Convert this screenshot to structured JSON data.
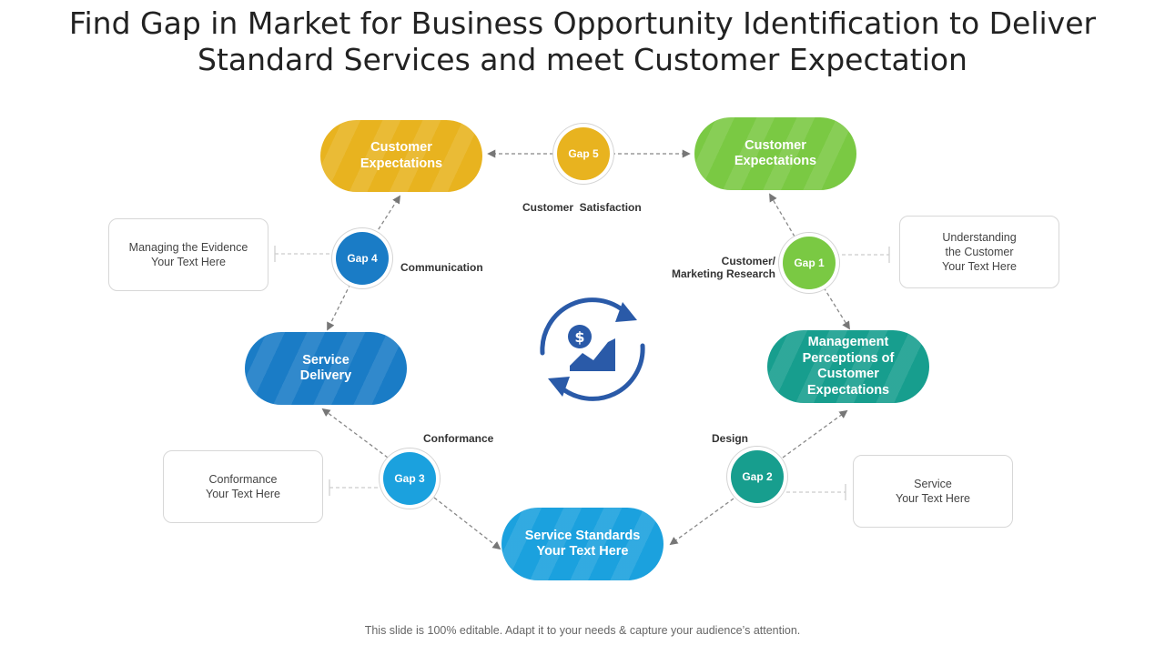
{
  "title": {
    "line1": "Find Gap in Market for Business Opportunity Identification to Deliver",
    "line2": "Standard Services and meet Customer Expectation"
  },
  "colors": {
    "yellow": "#e8b31f",
    "green": "#7ac943",
    "teal": "#179e8e",
    "cyan": "#1ba1de",
    "blue": "#1a7cc6",
    "dark_blue": "#2a5aa8"
  },
  "nodes": {
    "customer_expectations_left": "Customer\nExpectations",
    "customer_expectations_right": "Customer\nExpectations",
    "management_perceptions": "Management\nPerceptions of\nCustomer\nExpectations",
    "service_standards": "Service Standards\nYour Text Here",
    "service_delivery": "Service\nDelivery"
  },
  "gaps": {
    "gap1": "Gap 1",
    "gap2": "Gap 2",
    "gap3": "Gap 3",
    "gap4": "Gap 4",
    "gap5": "Gap 5"
  },
  "labels": {
    "customer_satisfaction": "Customer  Satisfaction",
    "customer_marketing_research": "Customer/\nMarketing Research",
    "communication": "Communication",
    "conformance": "Conformance",
    "design": "Design"
  },
  "notes": {
    "evidence": "Managing the Evidence\nYour Text Here",
    "understanding": "Understanding\nthe Customer\nYour Text Here",
    "conformance": "Conformance\nYour Text Here",
    "service": "Service\nYour Text Here"
  },
  "center_icon": "dollar-growth-cycle-icon",
  "footer": "This slide is 100% editable. Adapt it to your needs & capture your audience’s attention."
}
